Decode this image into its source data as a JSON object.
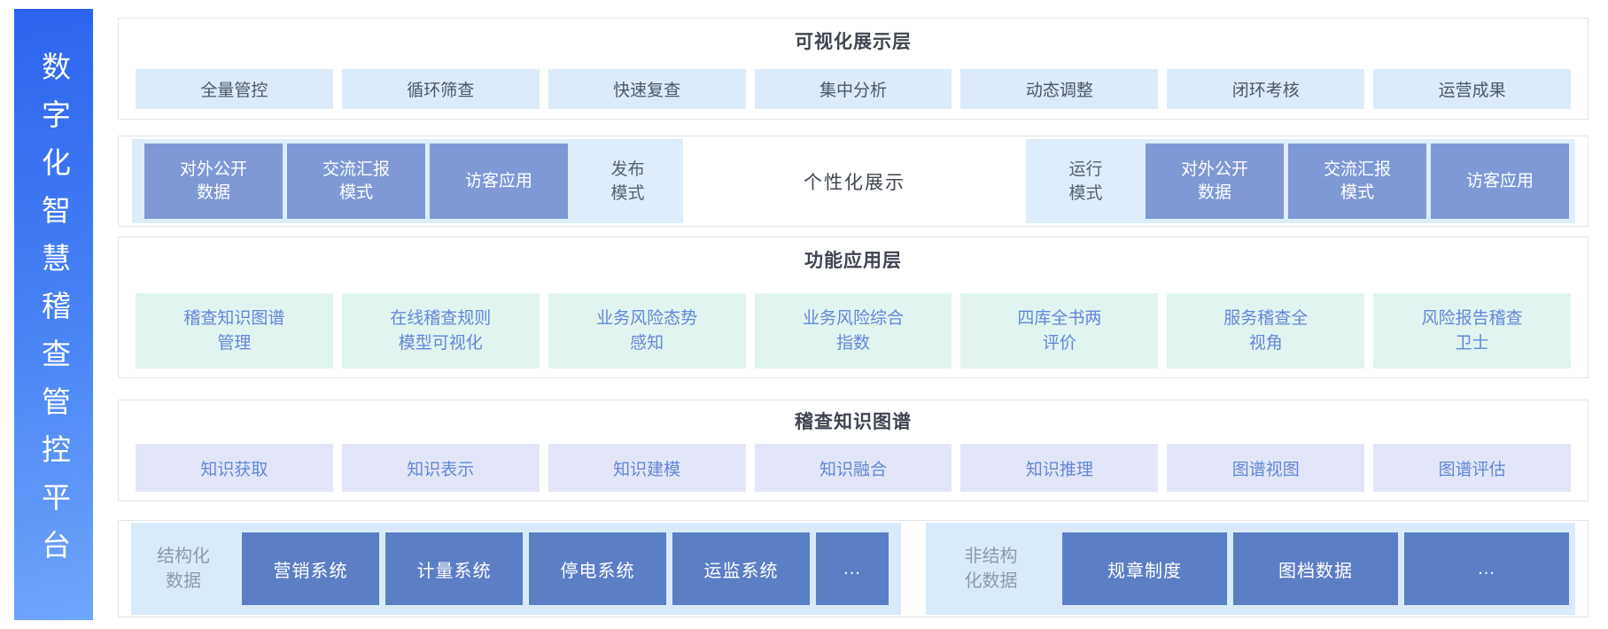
{
  "sidebar": {
    "title": "数字化智慧稽查管控平台"
  },
  "colors": {
    "sidebar_gradient_start": "#2c63ee",
    "sidebar_gradient_end": "#70a6fb",
    "layer_border": "#e3e5e9",
    "light_blue_item_bg": "#dcebf9",
    "mint_item_bg": "#e1f4f0",
    "lavender_item_bg": "#e3e6f8",
    "group_bg": "#ddedfb",
    "source_group_bg": "#d9eafa",
    "mode_box_bg": "#7e99d5",
    "source_box_bg": "#5b7fc5",
    "title_text": "#3f4550",
    "item_text": "#4a5768",
    "blue_item_text": "#6287d8",
    "label_gray": "#909aa6"
  },
  "layers": {
    "visualization": {
      "title": "可视化展示层",
      "items": [
        "全量管控",
        "循环筛查",
        "快速复查",
        "集中分析",
        "动态调整",
        "闭环考核",
        "运营成果"
      ]
    },
    "modes": {
      "publish": {
        "label": [
          "发布",
          "模式"
        ],
        "boxes": [
          [
            "对外公开",
            "数据"
          ],
          [
            "交流汇报",
            "模式"
          ],
          [
            "访客应用"
          ]
        ]
      },
      "center_label": "个性化展示",
      "runtime": {
        "label": [
          "运行",
          "模式"
        ],
        "boxes": [
          [
            "对外公开",
            "数据"
          ],
          [
            "交流汇报",
            "模式"
          ],
          [
            "访客应用"
          ]
        ]
      }
    },
    "function": {
      "title": "功能应用层",
      "items": [
        [
          "稽查知识图谱",
          "管理"
        ],
        [
          "在线稽查规则",
          "模型可视化"
        ],
        [
          "业务风险态势",
          "感知"
        ],
        [
          "业务风险综合",
          "指数"
        ],
        [
          "四库全书两",
          "评价"
        ],
        [
          "服务稽查全",
          "视角"
        ],
        [
          "风险报告稽查",
          "卫士"
        ]
      ]
    },
    "knowledge": {
      "title": "稽查知识图谱",
      "items": [
        "知识获取",
        "知识表示",
        "知识建模",
        "知识融合",
        "知识推理",
        "图谱视图",
        "图谱评估"
      ]
    },
    "datasources": {
      "structured": {
        "label": [
          "结构化",
          "数据"
        ],
        "boxes": [
          "营销系统",
          "计量系统",
          "停电系统",
          "运监系统",
          "..."
        ]
      },
      "unstructured": {
        "label": [
          "非结构",
          "化数据"
        ],
        "boxes": [
          "规章制度",
          "图档数据",
          "..."
        ]
      }
    }
  }
}
